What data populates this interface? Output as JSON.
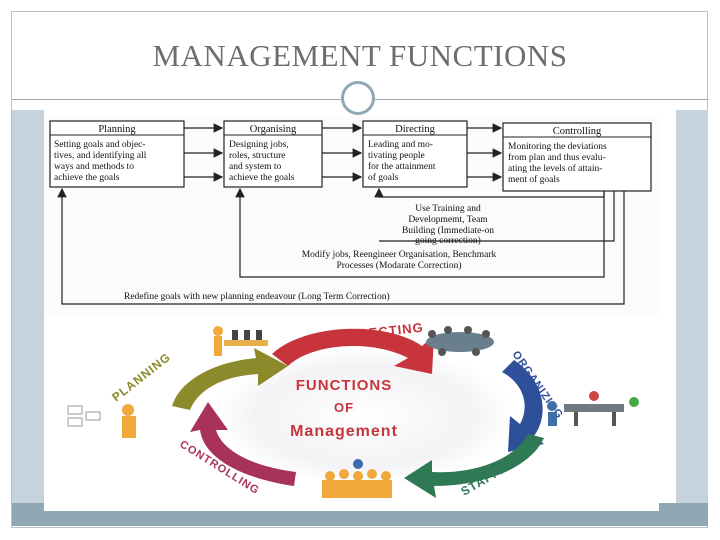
{
  "title": "MANAGEMENT FUNCTIONS",
  "flowchart": {
    "boxes": [
      {
        "header": "Planning",
        "lines": [
          "Setting goals and objec-",
          "tives, and identifying all",
          "ways and methods to",
          "achieve the goals"
        ]
      },
      {
        "header": "Organising",
        "lines": [
          "Designing jobs,",
          "roles, structure",
          "and system to",
          "achieve the goals"
        ]
      },
      {
        "header": "Directing",
        "lines": [
          "Leading and mo-",
          "tivating people",
          "for the attainment",
          "of goals"
        ]
      },
      {
        "header": "Controlling",
        "lines": [
          "Monitoring the deviations",
          "from plan and thus evalu-",
          "ating the levels of attain-",
          "ment of goals"
        ]
      }
    ],
    "feedback": [
      {
        "lines": [
          "Use Training and",
          "Developmemt, Team",
          "Building (Immediate-on",
          "going correction)"
        ]
      },
      {
        "lines": [
          "Modify jobs, Reengineer Organisation, Benchmark",
          "Processes (Modarate Correction)"
        ]
      },
      {
        "lines": [
          "Redefine goals with new planning endeavour (Long Term Correction)"
        ]
      }
    ]
  },
  "cycle": {
    "center_lines": [
      "FUNCTIONS",
      "OF",
      "Management"
    ],
    "arc_labels": [
      "DIRECTING",
      "ORGANIZING",
      "STAFFING",
      "CONTROLLING",
      "PLANNING"
    ]
  },
  "colors": {
    "title": "#6d6d6d",
    "accent": "#8fa9b4",
    "directing": "#c8343c",
    "organizing": "#2e4f9a",
    "staffing": "#2f7a55",
    "controlling": "#a8325a",
    "planning": "#8c8a2a"
  },
  "icons": [
    "person-with-blocks-icon",
    "meeting-table-icon",
    "office-desk-icon",
    "team-cheering-icon",
    "person-with-flowchart-icon"
  ]
}
